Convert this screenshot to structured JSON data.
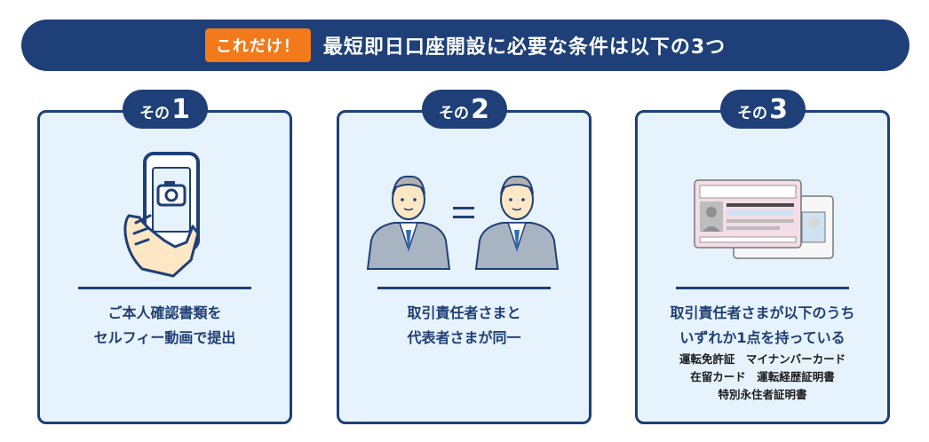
{
  "banner": {
    "badge": "これだけ！",
    "title": "最短即日口座開設に必要な条件は以下の3つ"
  },
  "cards": [
    {
      "label": "その",
      "number": "1",
      "line1": "ご本人確認書類を",
      "line2": "セルフィー動画で提出"
    },
    {
      "label": "その",
      "number": "2",
      "line1": "取引責任者さまと",
      "line2": "代表者さまが同一"
    },
    {
      "label": "その",
      "number": "3",
      "line1": "取引責任者さまが以下のうち",
      "line2": "いずれか1点を持っている",
      "docs_line1": "運転免許証　マイナンバーカード",
      "docs_line2": "在留カード　運転経歴証明書",
      "docs_line3": "特別永住者証明書"
    }
  ],
  "colors": {
    "navy": "#1e3f78",
    "orange": "#f27a1a",
    "card_bg": "#e6f2fc"
  }
}
